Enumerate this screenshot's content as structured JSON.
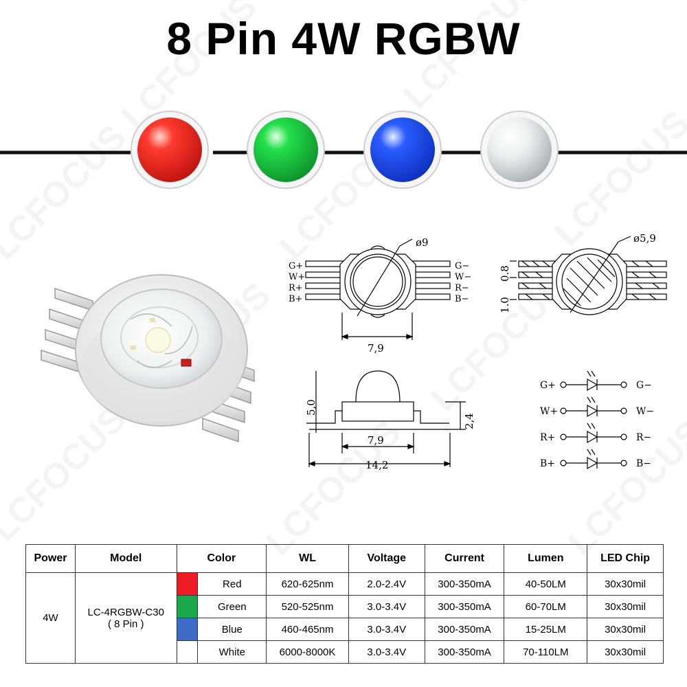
{
  "title": "8 Pin 4W RGBW",
  "watermark": "LCFOCUS",
  "colors": {
    "red": "#ee1c24",
    "green": "#1aa84a",
    "blue": "#3c6cc8",
    "white": "#ffffff",
    "line": "#111111"
  },
  "diagram": {
    "top_view": {
      "dia_label": "ø9",
      "width_label": "7,9",
      "left_pins": [
        "G+",
        "W+",
        "R+",
        "B+"
      ],
      "right_pins": [
        "G−",
        "W−",
        "R−",
        "B−"
      ]
    },
    "section_view": {
      "dia_label": "ø5,9",
      "pitch_label": "0.8",
      "width_label": "1.0"
    },
    "side_view": {
      "height_label": "5,0",
      "body_height_label": "2,4",
      "inner_width_label": "7,9",
      "overall_width_label": "14,2"
    },
    "schematic": {
      "rows": [
        {
          "plus": "G+",
          "minus": "G−"
        },
        {
          "plus": "W+",
          "minus": "W−"
        },
        {
          "plus": "R+",
          "minus": "R−"
        },
        {
          "plus": "B+",
          "minus": "B−"
        }
      ]
    }
  },
  "table": {
    "headers": [
      "Power",
      "Model",
      "Color",
      "WL",
      "Voltage",
      "Current",
      "Lumen",
      "LED Chip"
    ],
    "power": "4W",
    "model_line1": "LC-4RGBW-C30",
    "model_line2": "( 8 Pin )",
    "rows": [
      {
        "color": "Red",
        "swatch": "#ee1c24",
        "wl": "620-625nm",
        "voltage": "2.0-2.4V",
        "current": "300-350mA",
        "lumen": "40-50LM",
        "chip": "30x30mil"
      },
      {
        "color": "Green",
        "swatch": "#1aa84a",
        "wl": "520-525nm",
        "voltage": "3.0-3.4V",
        "current": "300-350mA",
        "lumen": "60-70LM",
        "chip": "30x30mil"
      },
      {
        "color": "Blue",
        "swatch": "#3c6cc8",
        "wl": "460-465nm",
        "voltage": "3.0-3.4V",
        "current": "300-350mA",
        "lumen": "15-25LM",
        "chip": "30x30mil"
      },
      {
        "color": "White",
        "swatch": "#ffffff",
        "wl": "6000-8000K",
        "voltage": "3.0-3.4V",
        "current": "300-350mA",
        "lumen": "70-110LM",
        "chip": "30x30mil"
      }
    ]
  }
}
